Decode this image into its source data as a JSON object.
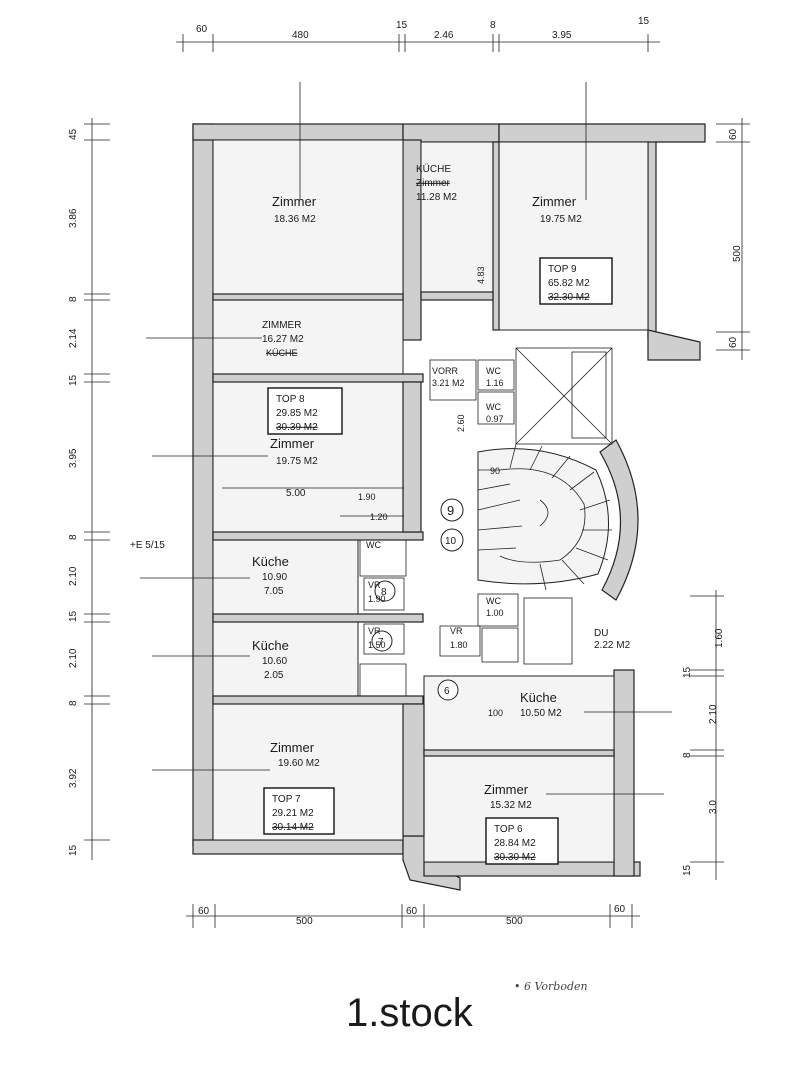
{
  "title": "1.stock",
  "handnote": "• 6 Vorboden",
  "top_dims": [
    "60",
    "480",
    "15",
    "2.46",
    "8",
    "3.95",
    "15"
  ],
  "bottom_dims": [
    "60",
    "500",
    "60",
    "500",
    "60"
  ],
  "left_dims": [
    "45",
    "3.86",
    "8",
    "2.14",
    "15",
    "3.95",
    "8",
    "2.10",
    "15",
    "2.10",
    "8",
    "3.92",
    "15"
  ],
  "right_dims_upper": [
    "60",
    "500",
    "60"
  ],
  "right_dims_lower": [
    "1.60",
    "15",
    "2.10",
    "8",
    "3.0",
    "15"
  ],
  "rooms": [
    {
      "name": "Zimmer",
      "area": "18.36 M2"
    },
    {
      "name": "KÜCHE",
      "name2": "Zimmer",
      "area": "11.28 M2"
    },
    {
      "name": "Zimmer",
      "area": "19.75 M2"
    },
    {
      "name": "ZIMMER",
      "area": "16.27 M2",
      "sub": "KÜCHE"
    },
    {
      "name": "Zimmer",
      "area": "19.75 M2"
    },
    {
      "name": "Küche",
      "area": "10.90",
      "sub": "7.05"
    },
    {
      "name": "Küche",
      "area": "10.60",
      "sub": "2.05"
    },
    {
      "name": "Zimmer",
      "area": "19.60 M2"
    },
    {
      "name": "Küche",
      "area": "10.50 M2"
    },
    {
      "name": "Zimmer",
      "area": "15.32 M2"
    }
  ],
  "tops": [
    {
      "label": "TOP 9",
      "area": "65.82 M2",
      "old": "32.30 M2"
    },
    {
      "label": "TOP 8",
      "area": "29.85 M2",
      "old": "30.39 M2"
    },
    {
      "label": "TOP 7",
      "area": "29.21 M2",
      "old": "30.14 M2"
    },
    {
      "label": "TOP 6",
      "area": "28.84 M2",
      "old": "30.30 M2"
    }
  ],
  "small_labels": {
    "vorr": "VORR",
    "vorr_area": "3.21 M2",
    "wc1": "WC",
    "wc1_area": "1.16",
    "wc2": "WC",
    "wc2_area": "0.97",
    "wc3": "WC",
    "wc4": "WC",
    "wc4_area": "1.00",
    "vr1": "VR",
    "vr1_area": "1.90",
    "vr2": "VR",
    "vr2_area": "1.50",
    "vr3": "VR",
    "vr3_area": "1.80",
    "du": "DU",
    "du_area": "2.22 M2",
    "ref": "+E 5/15",
    "dim_483": "4.83",
    "dim_500": "5.00",
    "dim_190": "1.90",
    "dim_120": "1.20",
    "dim_100": "100",
    "dim_260": "2.60",
    "dim_90": "90",
    "circle_9": "9",
    "circle_10": "10",
    "circle_8": "8",
    "circle_7": "7",
    "circle_6": "6"
  }
}
